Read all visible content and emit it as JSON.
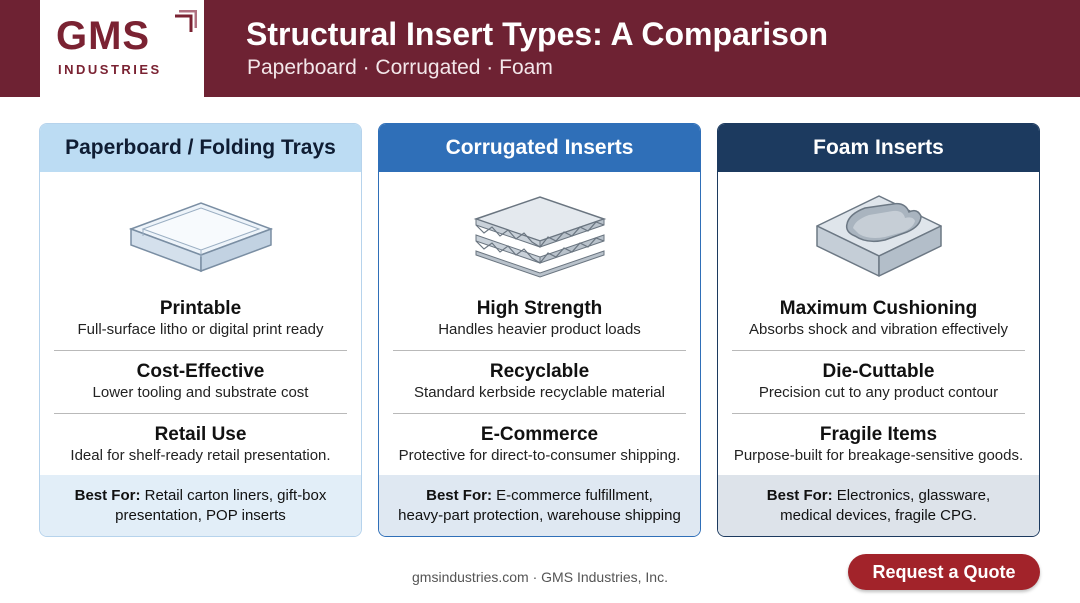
{
  "header": {
    "logo_text": "GMS",
    "logo_sub": "INDUSTRIES",
    "title": "Structural Insert Types: A Comparison",
    "subtitle": "Paperboard · Corrugated · Foam"
  },
  "colors": {
    "header_bg": "#6e2233",
    "card1_head": "#bcdcf3",
    "card2_head": "#2f6fb8",
    "card3_head": "#1c3a5f",
    "cta": "#a2232a"
  },
  "cards": [
    {
      "title": "Paperboard / Folding Trays",
      "icon": "paperboard-tray-icon",
      "features": [
        {
          "title": "Printable",
          "desc": "Full-surface litho or digital print ready"
        },
        {
          "title": "Cost-Effective",
          "desc": "Lower tooling and substrate cost"
        },
        {
          "title": "Retail Use",
          "desc": "Ideal for shelf-ready retail presentation."
        }
      ],
      "best_label": "Best For:",
      "best_line1": "Retail carton liners, gift-box",
      "best_line2": "presentation, POP inserts"
    },
    {
      "title": "Corrugated Inserts",
      "icon": "corrugated-board-icon",
      "features": [
        {
          "title": "High Strength",
          "desc": "Handles heavier product loads"
        },
        {
          "title": "Recyclable",
          "desc": "Standard kerbside recyclable material"
        },
        {
          "title": "E-Commerce",
          "desc": "Protective for direct-to-consumer shipping."
        }
      ],
      "best_label": "Best For:",
      "best_line1": "E-commerce fulfillment,",
      "best_line2": "heavy-part protection, warehouse shipping"
    },
    {
      "title": "Foam Inserts",
      "icon": "foam-insert-icon",
      "features": [
        {
          "title": "Maximum Cushioning",
          "desc": "Absorbs shock and vibration effectively"
        },
        {
          "title": "Die-Cuttable",
          "desc": "Precision cut to any product contour"
        },
        {
          "title": "Fragile Items",
          "desc": "Purpose-built for breakage-sensitive goods."
        }
      ],
      "best_label": "Best For:",
      "best_line1": "Electronics, glassware,",
      "best_line2": "medical devices, fragile CPG."
    }
  ],
  "footer": {
    "text": "gmsindustries.com · GMS Industries, Inc."
  },
  "cta": {
    "label": "Request a Quote"
  }
}
